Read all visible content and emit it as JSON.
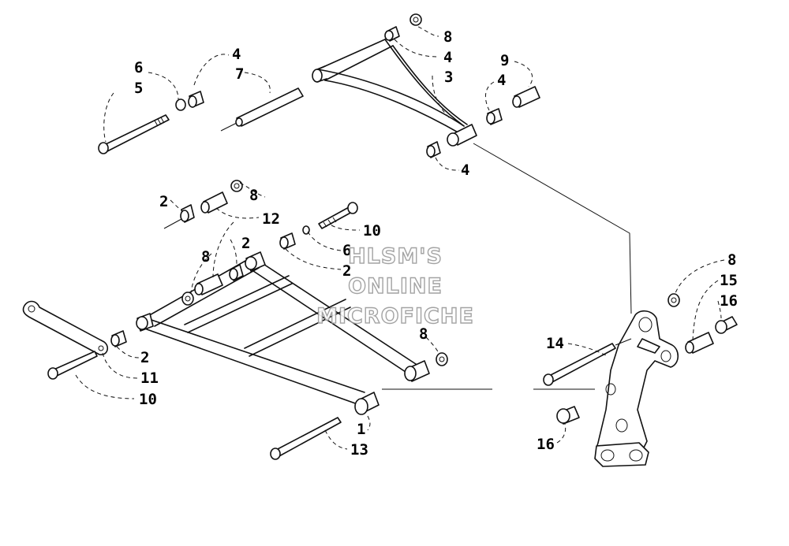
{
  "watermark": {
    "line1": "HLSM'S",
    "line2": "ONLINE",
    "line3": "MICROFICHE"
  },
  "callouts": {
    "c1": "1",
    "c2a": "2",
    "c2b": "2",
    "c2c": "2",
    "c2d": "2",
    "c3": "3",
    "c4a": "4",
    "c4b": "4",
    "c4c": "4",
    "c4d": "4",
    "c5": "5",
    "c6a": "6",
    "c6b": "6",
    "c7": "7",
    "c8a": "8",
    "c8b": "8",
    "c8c": "8",
    "c8d": "8",
    "c8e": "8",
    "c9": "9",
    "c10a": "10",
    "c10b": "10",
    "c11": "11",
    "c12": "12",
    "c13": "13",
    "c14": "14",
    "c15": "15",
    "c16a": "16",
    "c16b": "16"
  }
}
